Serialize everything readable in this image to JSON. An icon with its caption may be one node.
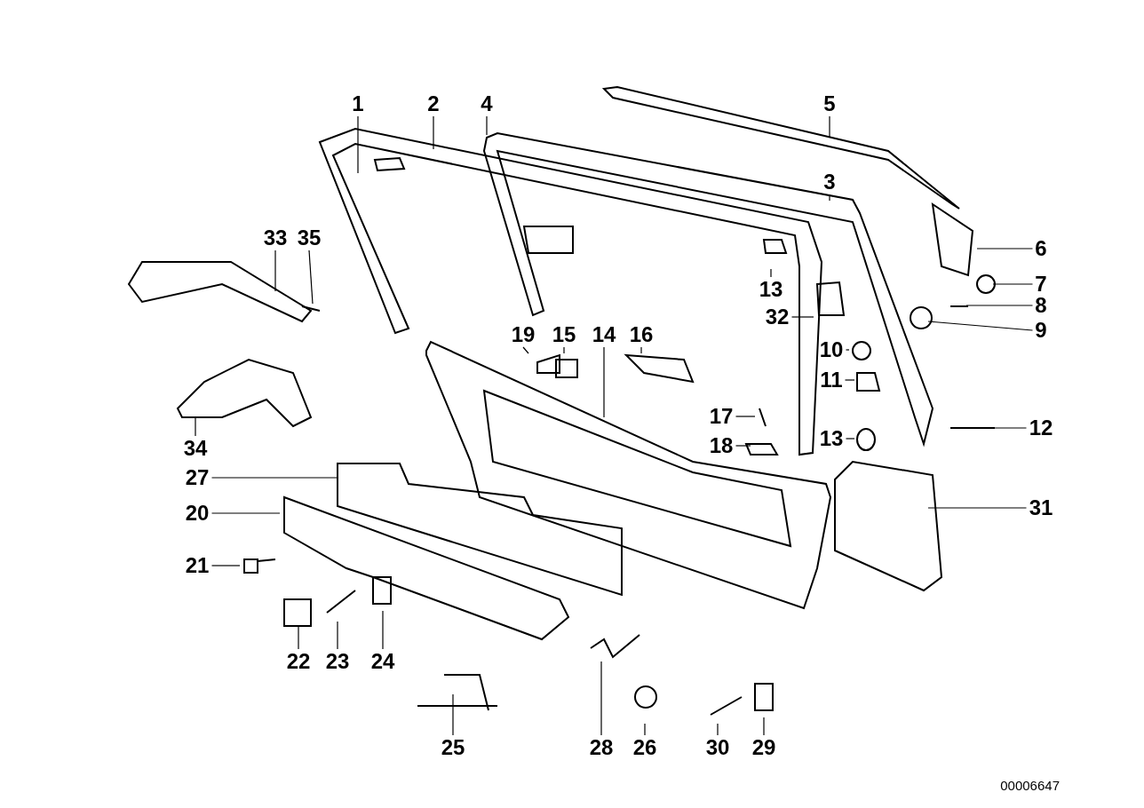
{
  "diagram": {
    "nodes": [
      {
        "text": [
          "1"
        ]
      },
      {
        "text": [
          "2"
        ]
      },
      {
        "text": [
          "4"
        ]
      },
      {
        "text": [
          "5"
        ]
      },
      {
        "text": [
          "3"
        ]
      },
      {
        "text": [
          "6"
        ]
      },
      {
        "text": [
          "33"
        ]
      },
      {
        "text": [
          "35"
        ]
      },
      {
        "text": [
          "7"
        ]
      },
      {
        "text": [
          "13"
        ]
      },
      {
        "text": [
          "32"
        ]
      },
      {
        "text": [
          "8"
        ]
      },
      {
        "text": [
          "9"
        ]
      },
      {
        "text": [
          "19"
        ]
      },
      {
        "text": [
          "15"
        ]
      },
      {
        "text": [
          "14"
        ]
      },
      {
        "text": [
          "16"
        ]
      },
      {
        "text": [
          "10"
        ]
      },
      {
        "text": [
          "34"
        ]
      },
      {
        "text": [
          "11"
        ]
      },
      {
        "text": [
          "17"
        ]
      },
      {
        "text": [
          "12"
        ]
      },
      {
        "text": [
          "18"
        ]
      },
      {
        "text": [
          "13"
        ]
      },
      {
        "text": [
          "27"
        ]
      },
      {
        "text": [
          "31"
        ]
      },
      {
        "text": [
          "20"
        ]
      },
      {
        "text": [
          "21"
        ]
      },
      {
        "text": [
          "22"
        ]
      },
      {
        "text": [
          "23"
        ]
      },
      {
        "text": [
          "24"
        ]
      },
      {
        "text": [
          "28"
        ]
      },
      {
        "text": [
          "26"
        ]
      },
      {
        "text": [
          "30"
        ]
      },
      {
        "text": [
          "29"
        ]
      },
      {
        "text": [
          "25"
        ]
      }
    ],
    "edges": [
      {
        "from": 0,
        "to": null,
        "arrow": "none"
      },
      {
        "from": 1,
        "to": null,
        "arrow": "none"
      },
      {
        "from": 2,
        "to": null,
        "arrow": "none"
      },
      {
        "from": 3,
        "to": null,
        "arrow": "none"
      },
      {
        "from": 4,
        "to": null,
        "arrow": "none"
      },
      {
        "from": 5,
        "to": null,
        "arrow": "none"
      },
      {
        "from": 6,
        "to": null,
        "arrow": "none"
      },
      {
        "from": 7,
        "to": null,
        "arrow": "none"
      },
      {
        "from": 8,
        "to": null,
        "arrow": "none"
      },
      {
        "from": 9,
        "to": null,
        "arrow": "none"
      },
      {
        "from": 10,
        "to": null,
        "arrow": "none"
      },
      {
        "from": 11,
        "to": null,
        "arrow": "none"
      },
      {
        "from": 12,
        "to": null,
        "arrow": "none"
      },
      {
        "from": 13,
        "to": null,
        "arrow": "none"
      },
      {
        "from": 14,
        "to": null,
        "arrow": "none"
      },
      {
        "from": 15,
        "to": null,
        "arrow": "none"
      },
      {
        "from": 16,
        "to": null,
        "arrow": "none"
      },
      {
        "from": 17,
        "to": null,
        "arrow": "none"
      },
      {
        "from": 18,
        "to": null,
        "arrow": "none"
      },
      {
        "from": 19,
        "to": null,
        "arrow": "none"
      },
      {
        "from": 20,
        "to": null,
        "arrow": "none"
      },
      {
        "from": 21,
        "to": null,
        "arrow": "none"
      },
      {
        "from": 22,
        "to": null,
        "arrow": "none"
      },
      {
        "from": 23,
        "to": null,
        "arrow": "none"
      },
      {
        "from": 24,
        "to": null,
        "arrow": "none"
      },
      {
        "from": 25,
        "to": null,
        "arrow": "none"
      },
      {
        "from": 26,
        "to": null,
        "arrow": "none"
      },
      {
        "from": 27,
        "to": null,
        "arrow": "none"
      },
      {
        "from": 28,
        "to": null,
        "arrow": "none"
      },
      {
        "from": 29,
        "to": null,
        "arrow": "none"
      },
      {
        "from": 30,
        "to": null,
        "arrow": "none"
      },
      {
        "from": 31,
        "to": null,
        "arrow": "none"
      },
      {
        "from": 32,
        "to": null,
        "arrow": "none"
      },
      {
        "from": 33,
        "to": null,
        "arrow": "none"
      },
      {
        "from": 34,
        "to": null,
        "arrow": "none"
      },
      {
        "from": 35,
        "to": null,
        "arrow": "none"
      }
    ],
    "labels": [
      "00006647"
    ]
  }
}
